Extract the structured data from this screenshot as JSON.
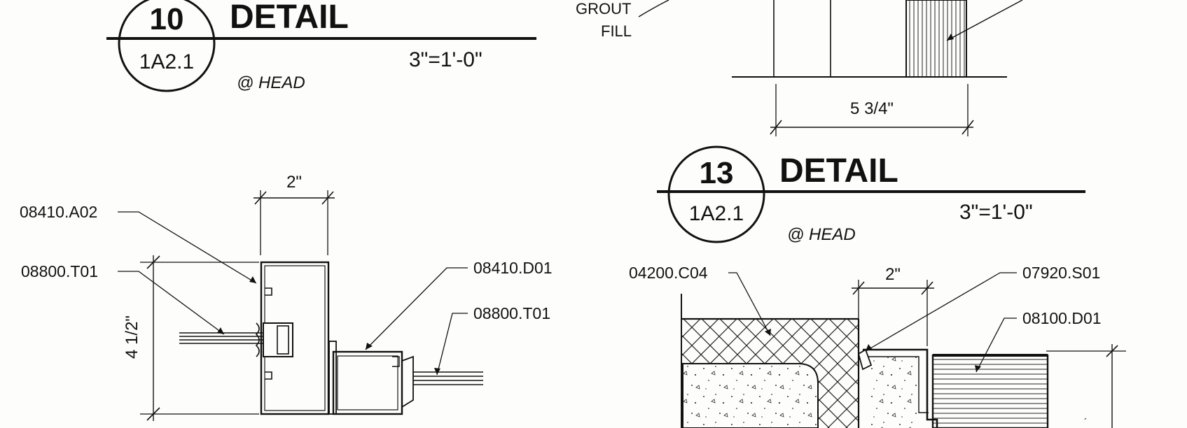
{
  "detail_10": {
    "number": "10",
    "title": "DETAIL",
    "sheet_ref": "1A2.1",
    "scale": "3\"=1'-0\"",
    "location": "@ HEAD"
  },
  "detail_13": {
    "number": "13",
    "title": "DETAIL",
    "sheet_ref": "1A2.1",
    "scale": "3\"=1'-0\"",
    "location": "@ HEAD"
  },
  "top_right_section": {
    "grout_label_line1": "GROUT",
    "grout_label_line2": "FILL",
    "dimension": "5 3/4\""
  },
  "detail_10_section": {
    "labels": {
      "frame_ref": "08410.A02",
      "glazing_ref_left": "08800.T01",
      "door_ref": "08410.D01",
      "glazing_ref_right": "08800.T01"
    },
    "dim_width": "2\"",
    "dim_height": "4 1/2\""
  },
  "detail_13_section": {
    "labels": {
      "masonry_ref": "04200.C04",
      "sealant_ref": "07920.S01",
      "door_ref": "08100.D01"
    },
    "dim_width": "2\""
  }
}
